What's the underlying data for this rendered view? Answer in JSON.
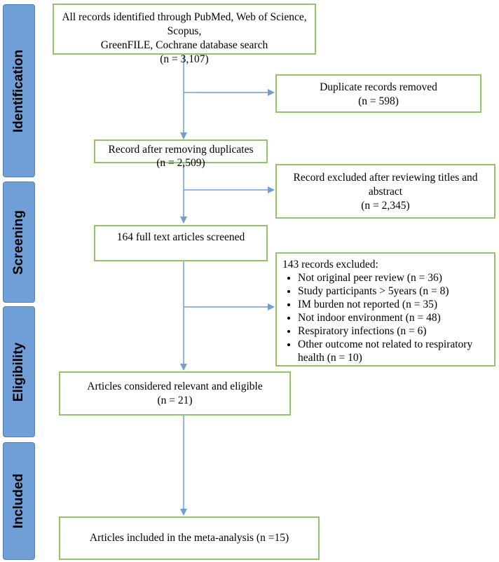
{
  "stages": {
    "identification": "Identification",
    "screening": "Screening",
    "eligibility": "Eligibility",
    "included": "Included"
  },
  "boxes": {
    "identified": {
      "line1": "All records identified through PubMed, Web of Science, Scopus,",
      "line2": "GreenFILE, Cochrane database search",
      "line3": "(n = 3,107)"
    },
    "duplicates": {
      "line1": "Duplicate records removed",
      "line2": "(n = 598)"
    },
    "after_duplicates": {
      "line1": "Record after removing duplicates",
      "line2": "(n = 2,509)"
    },
    "excluded_titles": {
      "line1": "Record excluded after reviewing titles and",
      "line2": "abstract",
      "line3": "(n = 2,345)"
    },
    "screened": {
      "line1": "164 full text articles screened"
    },
    "excluded_fulltext": {
      "title": "143 records excluded:",
      "items": [
        "Not original peer review (n = 36)",
        "Study participants > 5years (n = 8)",
        "IM burden not reported (n = 35)",
        "Not indoor environment (n = 48)",
        "Respiratory infections (n = 6)",
        "Other outcome not related to respiratory health (n = 10)"
      ]
    },
    "eligible": {
      "line1": "Articles considered relevant and eligible",
      "line2": "(n = 21)"
    },
    "included": {
      "line1": "Articles included in the meta-analysis (n =15)"
    }
  },
  "colors": {
    "stage_fill": "#6f9fd6",
    "box_border": "#92c46a",
    "arrow": "#6f9fd6"
  }
}
